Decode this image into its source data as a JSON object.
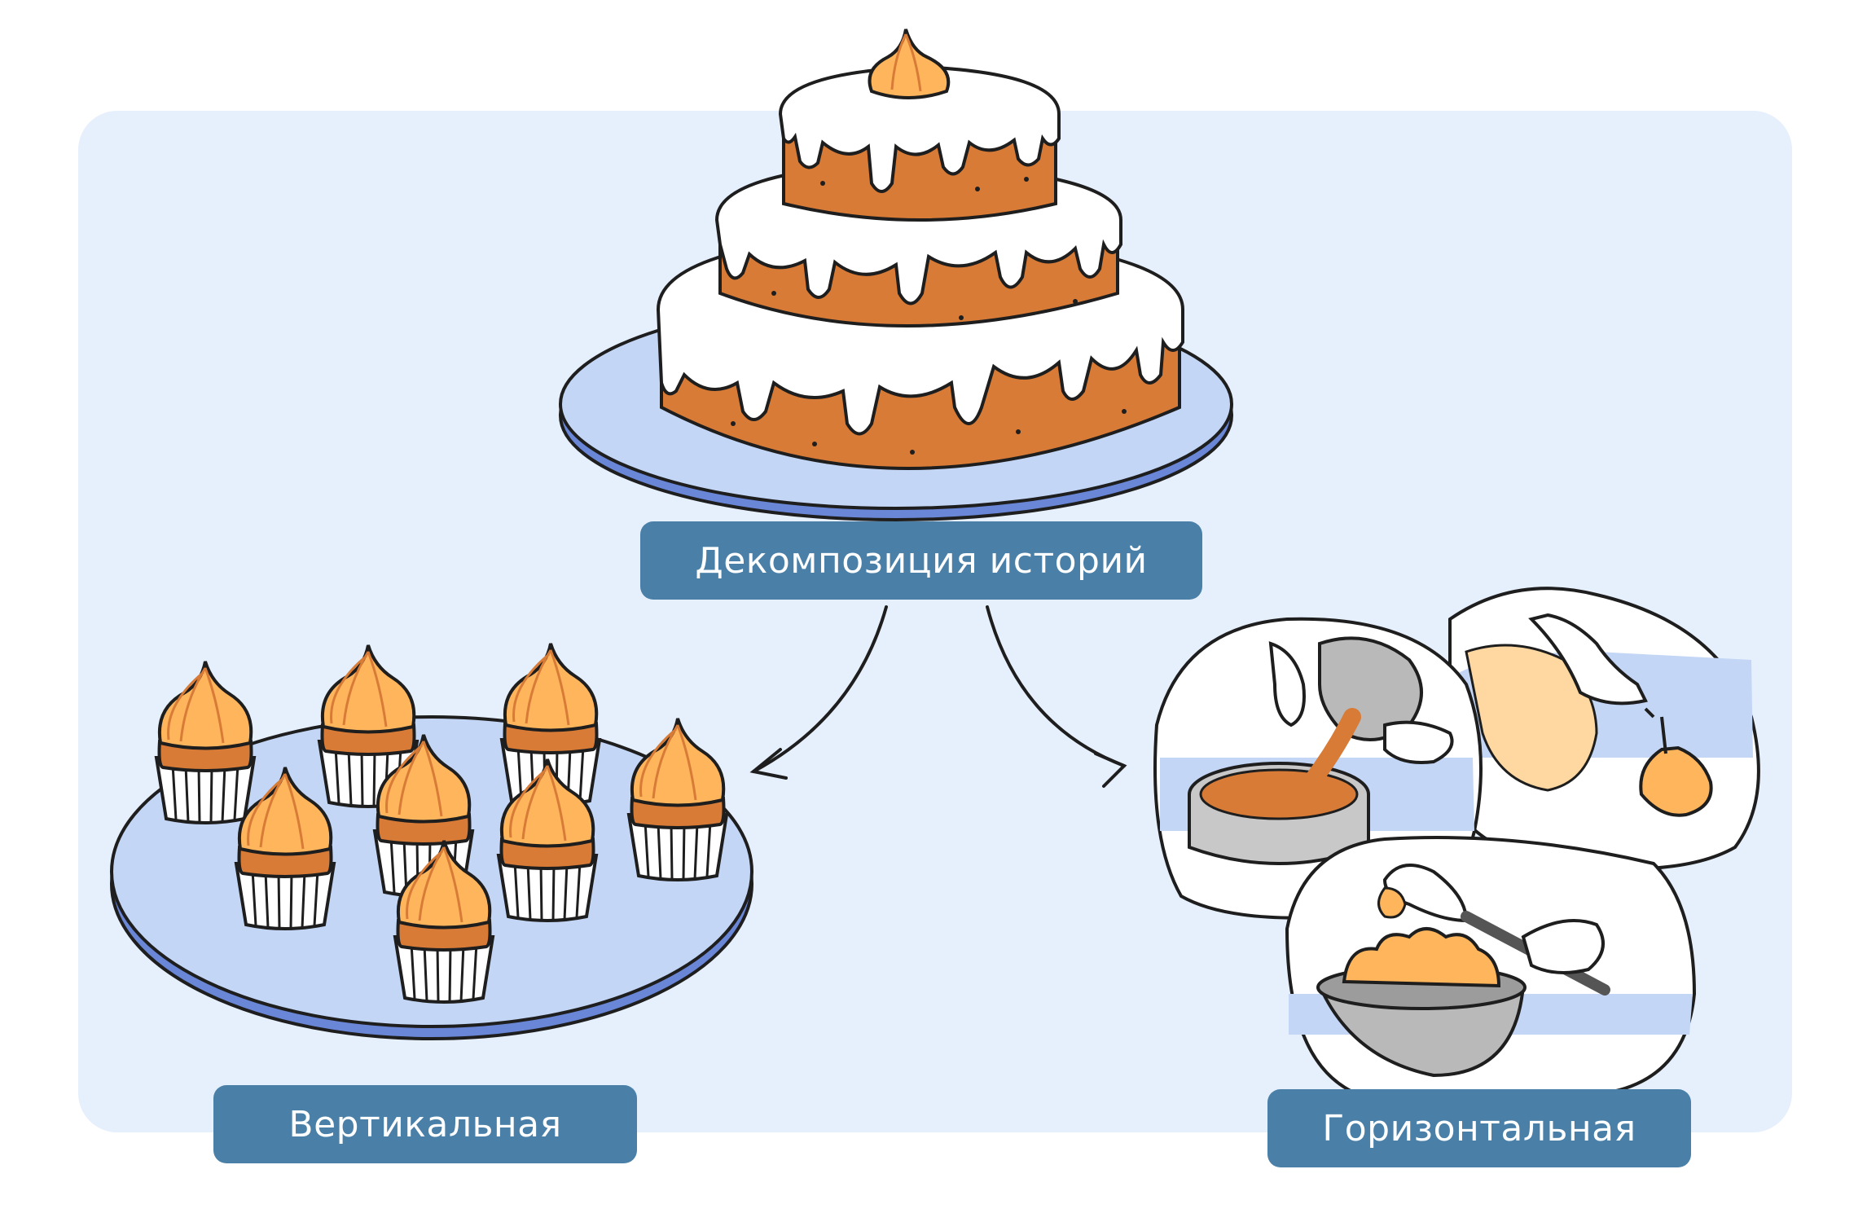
{
  "diagram": {
    "root_label": "Декомпозиция историй",
    "vertical_label": "Вертикальная",
    "horizontal_label": "Горизонтальная"
  },
  "colors": {
    "panel": "#e6effc",
    "label_bg": "#4a80a8",
    "label_text": "#ffffff",
    "cake": "#d77b37",
    "cream": "#ffb55c",
    "plate": "#c3d6f6",
    "outline": "#1e1e1e"
  },
  "illustrations": {
    "top": "three-tier-cake-icon",
    "left": "cupcakes-plate-icon",
    "right": "baking-steps-icon"
  }
}
